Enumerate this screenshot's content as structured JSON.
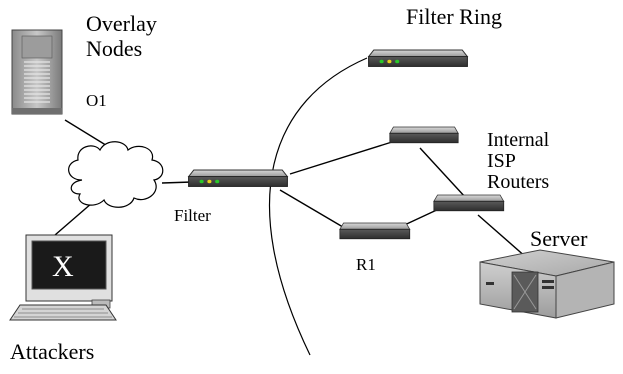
{
  "labels": {
    "overlay_nodes_line1": "Overlay",
    "overlay_nodes_line2": "Nodes",
    "o1": "O1",
    "filter_ring": "Filter Ring",
    "internal_line1": "Internal",
    "internal_line2": "ISP",
    "internal_line3": "Routers",
    "filter": "Filter",
    "r1": "R1",
    "server": "Server",
    "attackers": "Attackers",
    "monitor_glyph": "X"
  },
  "icons": {
    "overlay_node": "server-tower-icon",
    "router": "router-icon",
    "cloud": "cloud-icon",
    "attacker": "computer-terminal-icon",
    "server": "server-box-icon"
  },
  "colors": {
    "line": "#000000",
    "device_dark": "#3c3c3c",
    "device_mid": "#7a7a7a",
    "device_light": "#b5b5b5",
    "led_green": "#29c829",
    "led_yellow": "#e8d21a"
  }
}
